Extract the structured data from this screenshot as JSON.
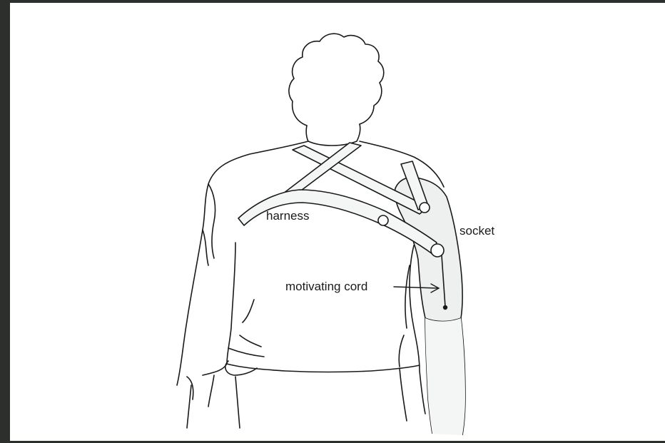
{
  "labels": {
    "harness": "harness",
    "socket": "socket",
    "motivating_cord": "motivating cord"
  },
  "colors": {
    "background_frame": "#2b302d",
    "canvas": "#ffffff",
    "line": "#1a1a1a",
    "prosthesis_fill": "#eef0f0",
    "harness_fill": "#f4f5f5"
  },
  "icons": {
    "arrow": "arrow-right-icon"
  }
}
